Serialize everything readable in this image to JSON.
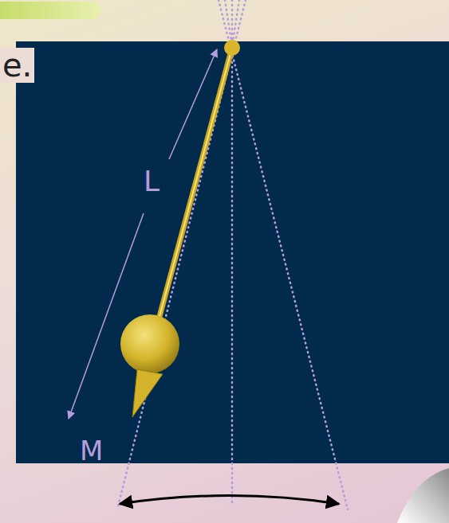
{
  "diagram": {
    "labels": [
      "e.",
      "L",
      "M"
    ]
  }
}
